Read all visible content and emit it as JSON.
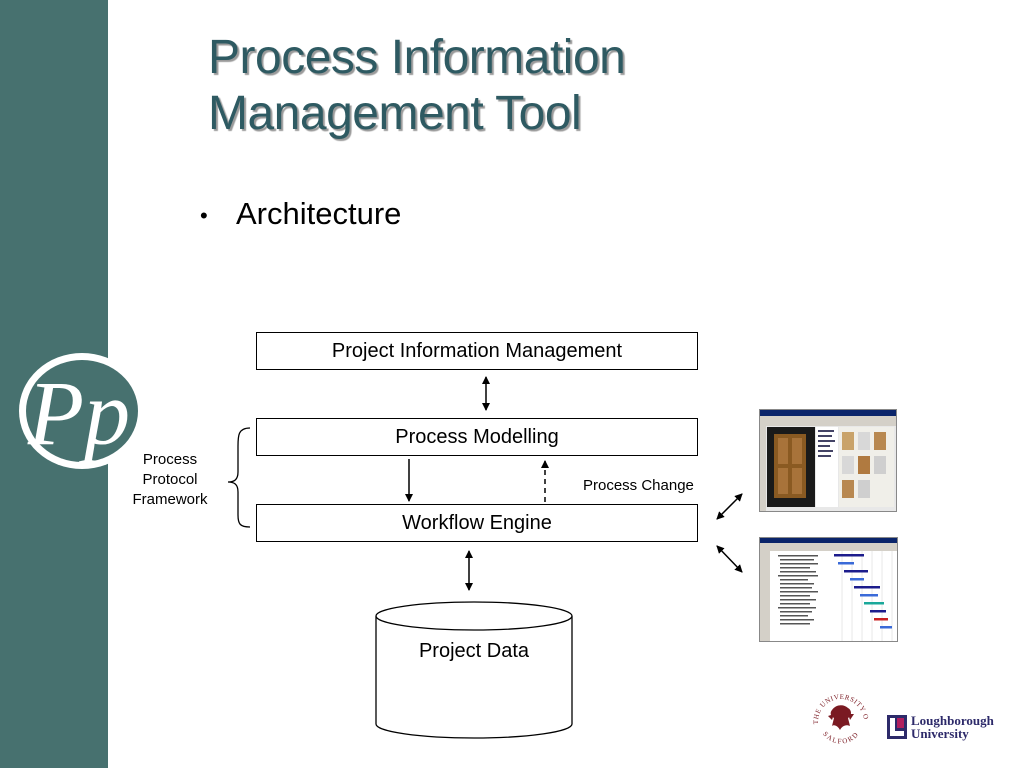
{
  "slide": {
    "title_line1": "Process Information",
    "title_line2": "Management Tool",
    "bullet": "Architecture"
  },
  "diagram": {
    "boxes": {
      "project_information_management": "Project Information Management",
      "process_modelling": "Process Modelling",
      "workflow_engine": "Workflow Engine",
      "project_data": "Project Data"
    },
    "labels": {
      "process_protocol_line1": "Process",
      "process_protocol_line2": "Protocol",
      "process_protocol_line3": "Framework",
      "process_change": "Process Change"
    }
  },
  "logos": {
    "pp_letters": "Pp",
    "salford": "THE UNIVERSITY OF SALFORD",
    "loughborough_line1": "Loughborough",
    "loughborough_line2": "University"
  },
  "colors": {
    "side_bar": "#47716f",
    "title": "#2e5a62",
    "loughborough": "#2d2a6a",
    "salford_crest": "#7a1a22"
  }
}
